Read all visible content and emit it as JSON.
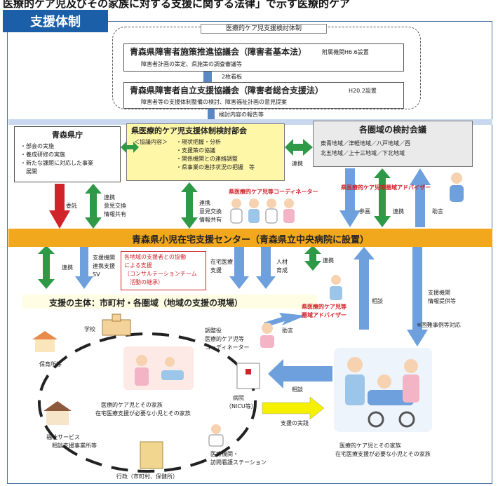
{
  "header": {
    "top_text": "医療的ケア児及びその家族に対する支援に関する法律」で示す医療的ケア",
    "tab_label": "支援体制"
  },
  "top_group": {
    "title": "医療的ケア児支援検討体制",
    "council1_title": "青森県障害者施策推進協議会（障害者基本法）",
    "council1_note": "附属機関H6.6設置",
    "council1_desc": "障害者計画の策定、県施策の調査審議等",
    "two_layer": "2枚看板",
    "council2_title": "青森県障害者自立支援協議会（障害者総合支援法）",
    "council2_note": "H20.2設置",
    "council2_desc": "障害者等の支援体制整備の検討、障害福祉計画の意見提案",
    "report": "検討内容の報告等"
  },
  "pref_office": {
    "title": "青森県庁",
    "items": [
      "・部会の実施",
      "・養成研修の実施",
      "・新たな課題に対応した事業",
      "　展開"
    ]
  },
  "committee": {
    "title": "県医療的ケア児支援体制検討部会",
    "sub": "＜協議内容＞",
    "items": [
      "・現状把握・分析",
      "・支援策の協議",
      "・関係機関との連絡調整",
      "・県事業の進捗状況の把握　等"
    ]
  },
  "regional": {
    "title": "各圏域の検討会議",
    "line1": "東青地域／津軽地域／八戸地域／西",
    "line2": "北五地域／上十三地域／下北地域"
  },
  "arrows": {
    "renkei1": "連携",
    "itaku": "委託",
    "renkei_ikou": "連携",
    "ikou1": "意見交換",
    "joho1": "情報共有",
    "renkei_c": "連携",
    "ikou2": "意見交換",
    "joho2": "情報共有",
    "sanka": "参画",
    "renkei_r": "連携",
    "jogen_r": "助言",
    "renkei_l": "連携",
    "shien1": "支援機関",
    "shien2": "連携支援",
    "shien3": "SV",
    "zaitaku1": "在宅医療",
    "zaitaku2": "支援",
    "jinzai1": "人材",
    "jinzai2": "育成",
    "renkei_m": "連携",
    "sodan_v": "相談",
    "shien_right1": "支援機関",
    "shien_right2": "情報提供等",
    "konnan": "※困難事例等対応",
    "jogen_m": "助言",
    "sodan_h": "相談",
    "jissen": "支援の実践"
  },
  "coordinators": {
    "coord": "県医療的ケア児等コーディネーター",
    "advisor": "県医療的ケア児等圏域アドバイザー",
    "advisor2a": "県医療的ケア児等",
    "advisor2b": "圏域アドバイザー"
  },
  "center_band": "青森県小児在宅支援センター（青森県立中央病院に設置）",
  "red_box": [
    "各地域の支援者との協働",
    "による支援",
    "（コンサルテーションチーム",
    "活動の継承）"
  ],
  "support_band": "支援の主体：市町村・各圏域（地域の支援の現場）",
  "community": {
    "school": "学校",
    "nursery": "保育所等",
    "welfare1": "福祉サービス",
    "welfare2": "相談支援事業所等",
    "admin": "行政（市町村、保健所）",
    "medical1": "医療機関・",
    "medical2": "訪問看護ステーション",
    "hospital1": "病院",
    "hospital2": "（NICU等）",
    "coord1": "調整役",
    "coord2": "医療的ケア児等",
    "coord3": "コーディネーター",
    "family1": "医療的ケア児とその家族",
    "family2": "在宅医療支援が必要な小児とその家族"
  },
  "right_family": {
    "line1": "医療的ケア児とその家族",
    "line2": "在宅医療支援が必要な小児とその家族"
  }
}
